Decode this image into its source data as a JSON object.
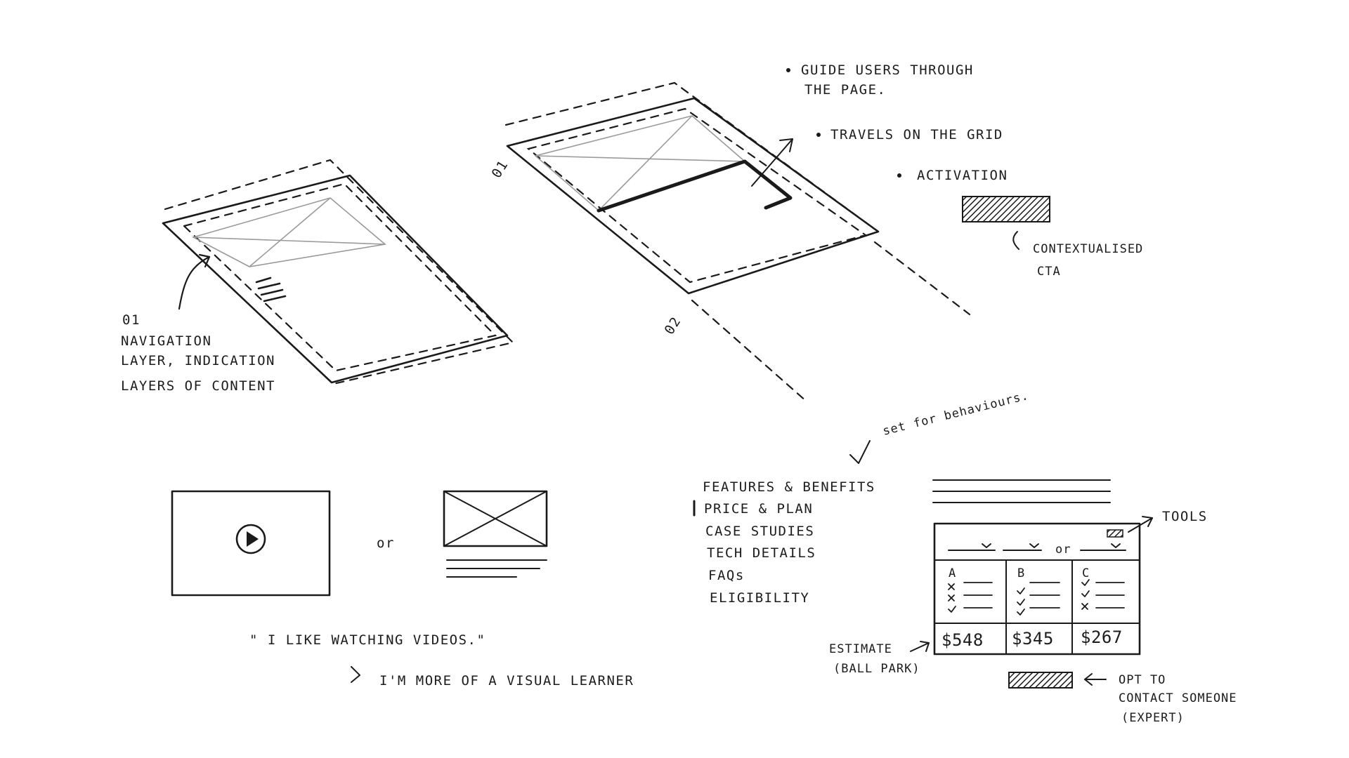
{
  "sketch1": {
    "label_01": "01",
    "note_line1": "NAVIGATION",
    "note_line2": "LAYER, INDICATION",
    "note_line3": "LAYERS OF CONTENT"
  },
  "sketch2": {
    "label_01": "01",
    "label_02": "02",
    "bullets": [
      "GUIDE USERS THROUGH",
      "THE PAGE.",
      "TRAVELS ON THE GRID",
      "ACTIVATION"
    ],
    "cta_note": [
      "CONTEXTUALISED",
      "CTA"
    ]
  },
  "media": {
    "or_label": "or",
    "quote": "\" I LIKE WATCHING VIDEOS.\"",
    "reason": "I'M MORE OF A VISUAL LEARNER"
  },
  "behaviours": {
    "note": "set for behaviours.",
    "menu": [
      "FEATURES & BENEFITS",
      "PRICE & PLAN",
      "CASE STUDIES",
      "TECH DETAILS",
      "FAQs",
      "ELIGIBILITY"
    ]
  },
  "pricing": {
    "tools_label": "TOOLS",
    "or_label": "or",
    "columns": [
      "A",
      "B",
      "C"
    ],
    "prices": [
      "$548",
      "$345",
      "$267"
    ],
    "estimate_note": [
      "ESTIMATE",
      "(BALL PARK)"
    ],
    "contact_note": [
      "OPT TO",
      "CONTACT SOMEONE",
      "(EXPERT)"
    ]
  },
  "colors": {
    "ink": "#1a1a1a",
    "pencil": "#9a9a9a",
    "paper": "#ffffff"
  }
}
